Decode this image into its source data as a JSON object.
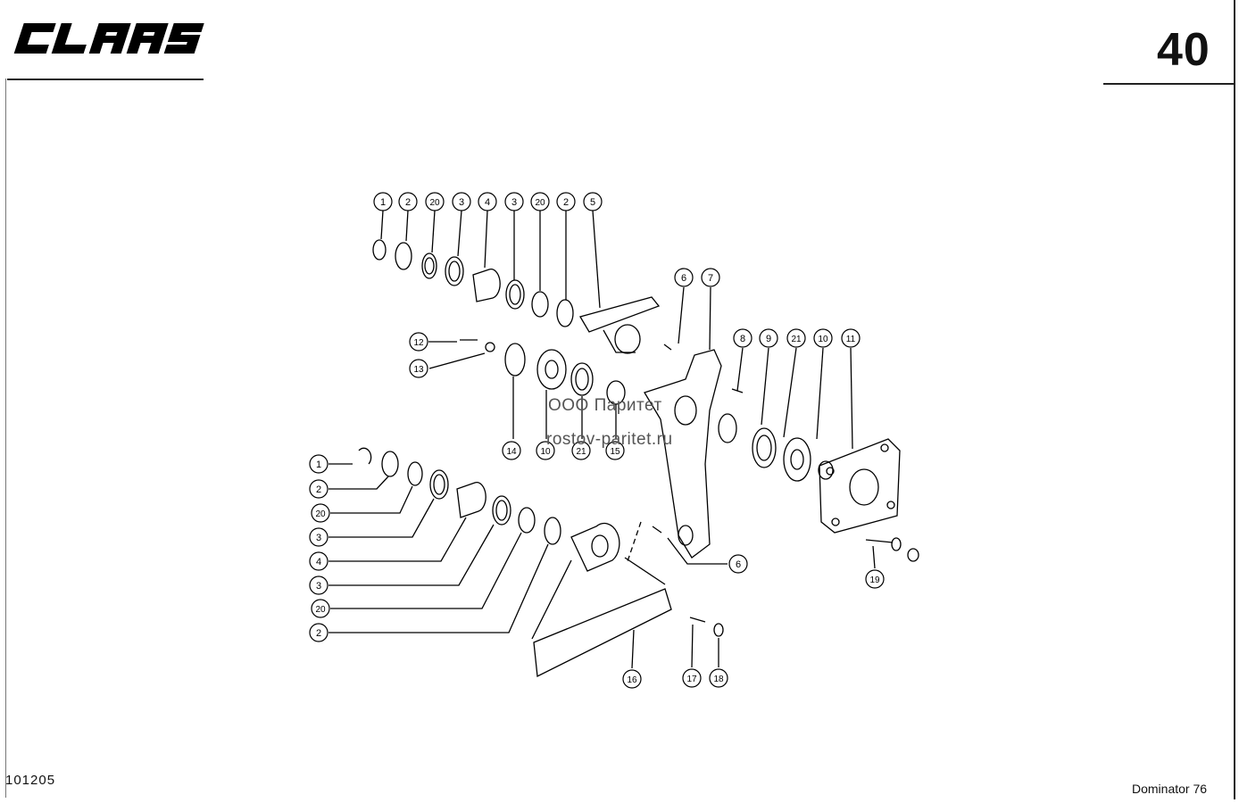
{
  "header": {
    "brand": "CLAAS",
    "page_number": "40"
  },
  "footer": {
    "drawing_number": "101205",
    "model": "Dominator 76"
  },
  "watermark": {
    "line1": "ООО Паритет",
    "line2": "rostov-paritet.ru"
  },
  "callouts": [
    {
      "id": "top-1",
      "label": "1"
    },
    {
      "id": "top-2",
      "label": "2"
    },
    {
      "id": "top-20",
      "label": "20"
    },
    {
      "id": "top-3",
      "label": "3"
    },
    {
      "id": "top-4",
      "label": "4"
    },
    {
      "id": "top-3b",
      "label": "3"
    },
    {
      "id": "top-20b",
      "label": "20"
    },
    {
      "id": "top-2b",
      "label": "2"
    },
    {
      "id": "top-5",
      "label": "5"
    },
    {
      "id": "c6a",
      "label": "6"
    },
    {
      "id": "c7",
      "label": "7"
    },
    {
      "id": "c8",
      "label": "8"
    },
    {
      "id": "c9",
      "label": "9"
    },
    {
      "id": "c21a",
      "label": "21"
    },
    {
      "id": "c10a",
      "label": "10"
    },
    {
      "id": "c11",
      "label": "11"
    },
    {
      "id": "c12",
      "label": "12"
    },
    {
      "id": "c13",
      "label": "13"
    },
    {
      "id": "c14",
      "label": "14"
    },
    {
      "id": "c10b",
      "label": "10"
    },
    {
      "id": "c21b",
      "label": "21"
    },
    {
      "id": "c15",
      "label": "15"
    },
    {
      "id": "l1",
      "label": "1"
    },
    {
      "id": "l2",
      "label": "2"
    },
    {
      "id": "l20",
      "label": "20"
    },
    {
      "id": "l3",
      "label": "3"
    },
    {
      "id": "l4",
      "label": "4"
    },
    {
      "id": "l3b",
      "label": "3"
    },
    {
      "id": "l20b",
      "label": "20"
    },
    {
      "id": "l2b",
      "label": "2"
    },
    {
      "id": "c6b",
      "label": "6"
    },
    {
      "id": "c16",
      "label": "16"
    },
    {
      "id": "c17",
      "label": "17"
    },
    {
      "id": "c18",
      "label": "18"
    },
    {
      "id": "c19",
      "label": "19"
    }
  ]
}
